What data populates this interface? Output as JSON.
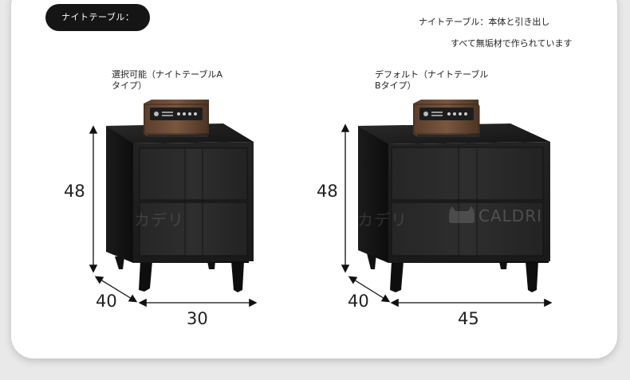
{
  "header": {
    "label": "ナイトテーブル："
  },
  "notes": {
    "line1": "ナイトテーブル：本体と引き出し",
    "line2": "すべて無垢材で作られています"
  },
  "product_a": {
    "caption_line1": "選択可能（ナイトテーブルA",
    "caption_line2": "タイプ）",
    "height": "48",
    "depth": "40",
    "width": "30"
  },
  "product_b": {
    "caption_line1": "デフォルト（ナイトテーブル",
    "caption_line2": "Bタイプ）",
    "height": "48",
    "depth": "40",
    "width": "45"
  },
  "watermark": {
    "left_text": "カデリ",
    "middle_text": "カデリ",
    "brand": "CALDRI"
  }
}
